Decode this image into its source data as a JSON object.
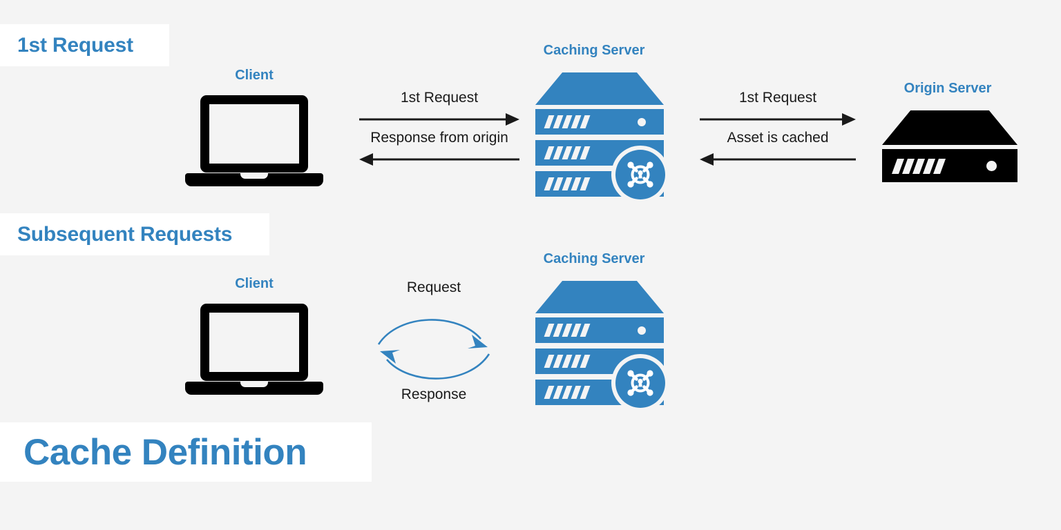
{
  "theme": {
    "background": "#f4f4f4",
    "accent_blue": "#3383bf",
    "ink_black": "#000000",
    "banner_bg": "#ffffff",
    "arrow_black": "#1a1a1a"
  },
  "banners": {
    "first_request": "1st Request",
    "subsequent_requests": "Subsequent Requests",
    "page_title": "Cache Definition"
  },
  "row_first": {
    "client_label": "Client",
    "caching_server_label": "Caching Server",
    "origin_server_label": "Origin Server",
    "client_to_cache": {
      "forward_label": "1st Request",
      "return_label": "Response from origin"
    },
    "cache_to_origin": {
      "forward_label": "1st Request",
      "return_label": "Asset is cached"
    }
  },
  "row_subsequent": {
    "client_label": "Client",
    "caching_server_label": "Caching Server",
    "loop": {
      "request_label": "Request",
      "response_label": "Response"
    }
  },
  "icons": {
    "laptop": "laptop-icon",
    "caching_server": "caching-server-icon",
    "origin_server": "origin-server-icon",
    "cache_badge": "cache-lock-network-icon",
    "arrow_right": "arrow-right-icon",
    "arrow_left": "arrow-left-icon",
    "loop_arrow_top": "curved-arrow-right-icon",
    "loop_arrow_bottom": "curved-arrow-left-icon"
  }
}
